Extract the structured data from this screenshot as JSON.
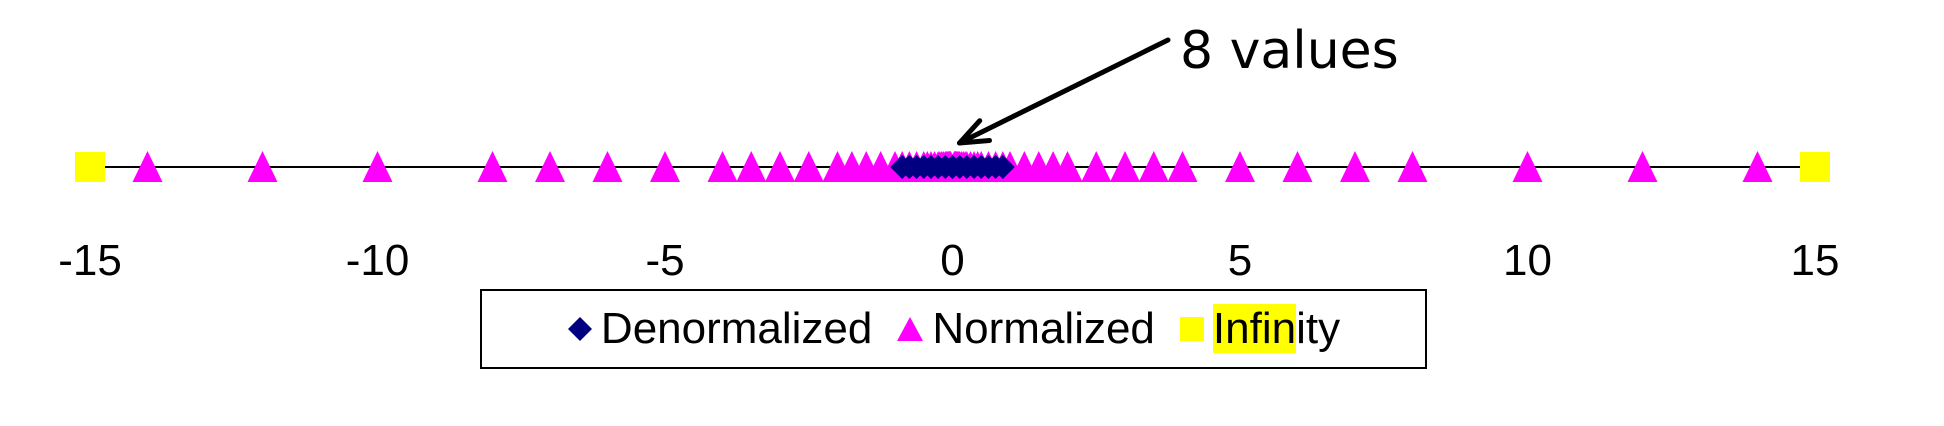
{
  "chart_data": {
    "type": "scatter",
    "xlim": [
      -15,
      15
    ],
    "x_ticks": [
      -15,
      -10,
      -5,
      0,
      5,
      10,
      15
    ],
    "x_tick_labels": [
      "-15",
      "-10",
      "-5",
      "0",
      "5",
      "10",
      "15"
    ],
    "grid": false,
    "legend_position": "bottom",
    "series": [
      {
        "name": "Denormalized",
        "marker": "diamond",
        "color": "#000080",
        "values": [
          -0.875,
          -0.75,
          -0.625,
          -0.5,
          -0.375,
          -0.25,
          -0.125,
          0,
          0,
          0.125,
          0.25,
          0.375,
          0.5,
          0.625,
          0.75,
          0.875
        ]
      },
      {
        "name": "Normalized",
        "marker": "triangle",
        "color": "#ff00ff",
        "values": [
          -14,
          -12,
          -10,
          -8,
          -7,
          -6,
          -5,
          -4,
          -3.5,
          -3,
          -2.5,
          -2,
          -1.75,
          -1.5,
          -1.25,
          -1,
          -0.875,
          -0.75,
          -0.625,
          -0.5,
          -0.4375,
          -0.375,
          -0.3125,
          -0.25,
          -0.21875,
          -0.1875,
          -0.15625,
          -0.125,
          -0.109375,
          -0.09375,
          -0.078125,
          -0.0625,
          -0.0546875,
          -0.046875,
          -0.0390625,
          -0.03125,
          0.03125,
          0.0390625,
          0.046875,
          0.0546875,
          0.0625,
          0.078125,
          0.09375,
          0.109375,
          0.125,
          0.15625,
          0.1875,
          0.21875,
          0.25,
          0.3125,
          0.375,
          0.4375,
          0.5,
          0.625,
          0.75,
          0.875,
          1,
          1.25,
          1.5,
          1.75,
          2,
          2.5,
          3,
          3.5,
          4,
          5,
          6,
          7,
          8,
          10,
          12,
          14
        ]
      },
      {
        "name": "Infinity",
        "marker": "square",
        "color": "#ffff00",
        "values": [
          -15,
          15
        ]
      }
    ],
    "annotation": {
      "text": "8 values",
      "points_to_x": 0
    }
  },
  "legend": {
    "denormalized": "Denormalized",
    "normalized": "Normalized",
    "infinity_highlight": "Infin",
    "infinity_rest": "ity"
  }
}
